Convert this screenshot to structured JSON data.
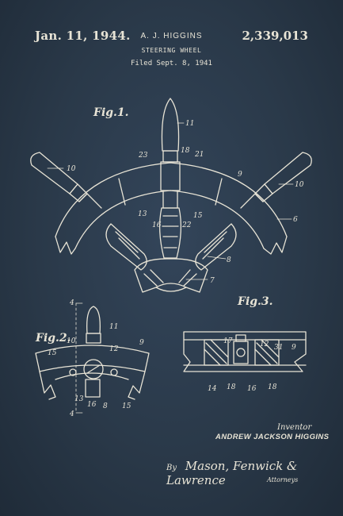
{
  "header": {
    "date": "Jan. 11, 1944.",
    "inventor": "A. J. HIGGINS",
    "title": "STEERING WHEEL",
    "filed": "Filed Sept. 8, 1941",
    "patent_number": "2,339,013"
  },
  "figures": {
    "fig1_label": "Fig.1.",
    "fig2_label": "Fig.2.",
    "fig3_label": "Fig.3."
  },
  "fig1_refs": [
    "11",
    "18",
    "21",
    "23",
    "10",
    "10",
    "9",
    "6",
    "13",
    "16",
    "22",
    "15",
    "8",
    "7"
  ],
  "fig2_refs": [
    "4",
    "11",
    "12",
    "10",
    "15",
    "9",
    "13",
    "16",
    "15",
    "8",
    "4"
  ],
  "fig3_refs": [
    "17",
    "12",
    "31",
    "9",
    "14",
    "18",
    "16",
    "18"
  ],
  "signature_block": {
    "inventor_word": "Inventor",
    "inventor_name": "ANDREW JACKSON HIGGINS",
    "by": "By",
    "attorneys_signature": "Mason, Fenwick & Lawrence",
    "attorneys_word": "Attorneys"
  },
  "colors": {
    "background": "#2b3a4a",
    "ink": "#e8e4d6"
  }
}
